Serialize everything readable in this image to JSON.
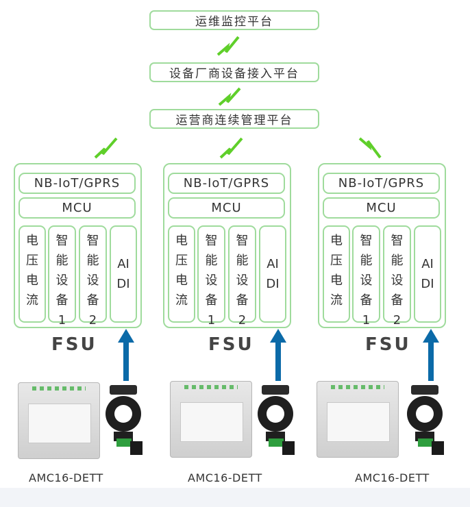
{
  "platforms": [
    {
      "label": "运维监控平台"
    },
    {
      "label": "设备厂商设备接入平台"
    },
    {
      "label": "运营商连续管理平台"
    }
  ],
  "fsu_units": [
    {
      "nb_label": "NB-IoT/GPRS",
      "mcu_label": "MCU",
      "columns": [
        {
          "chars": [
            "电",
            "压",
            "电",
            "流"
          ]
        },
        {
          "chars": [
            "智",
            "能",
            "设",
            "备",
            "1"
          ]
        },
        {
          "chars": [
            "智",
            "能",
            "设",
            "备",
            "2"
          ]
        },
        {
          "chars": [
            "AI",
            "DI"
          ]
        }
      ],
      "fsu_label": "FSU",
      "device_label": "AMC16-DETT"
    },
    {
      "nb_label": "NB-IoT/GPRS",
      "mcu_label": "MCU",
      "columns": [
        {
          "chars": [
            "电",
            "压",
            "电",
            "流"
          ]
        },
        {
          "chars": [
            "智",
            "能",
            "设",
            "备",
            "1"
          ]
        },
        {
          "chars": [
            "智",
            "能",
            "设",
            "备",
            "2"
          ]
        },
        {
          "chars": [
            "AI",
            "DI"
          ]
        }
      ],
      "fsu_label": "FSU",
      "device_label": "AMC16-DETT"
    },
    {
      "nb_label": "NB-IoT/GPRS",
      "mcu_label": "MCU",
      "columns": [
        {
          "chars": [
            "电",
            "压",
            "电",
            "流"
          ]
        },
        {
          "chars": [
            "智",
            "能",
            "设",
            "备",
            "1"
          ]
        },
        {
          "chars": [
            "智",
            "能",
            "设",
            "备",
            "2"
          ]
        },
        {
          "chars": [
            "AI",
            "DI"
          ]
        }
      ],
      "fsu_label": "FSU",
      "device_label": "AMC16-DETT"
    }
  ],
  "colors": {
    "border": "#9fdb9c",
    "bolt": "#5fcf2a",
    "arrow": "#0b6aa8"
  }
}
